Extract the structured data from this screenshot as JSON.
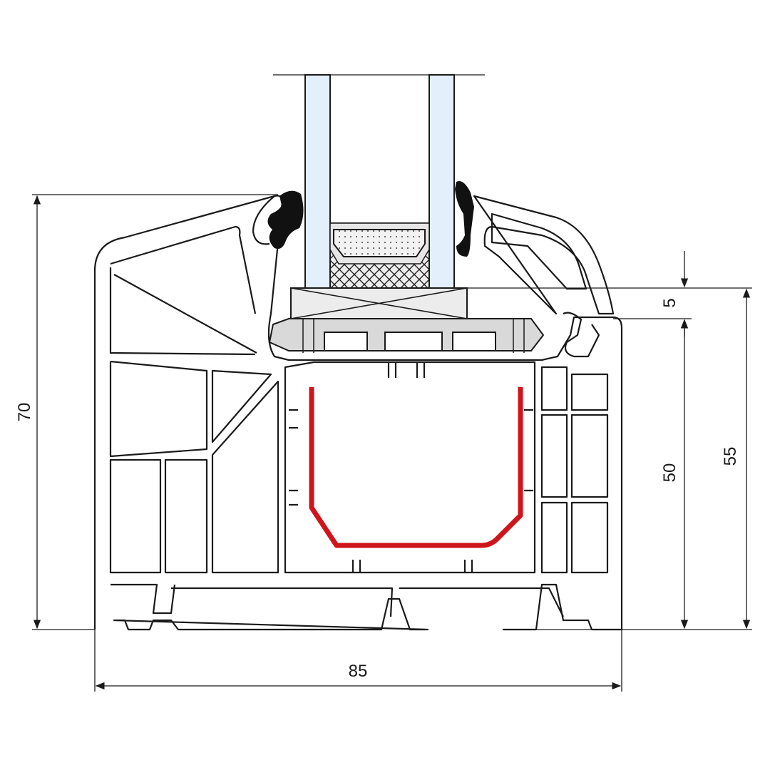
{
  "dimensions": {
    "total_height": "70",
    "glazing_gap": "5",
    "frame_height": "50",
    "rebate_height": "55",
    "total_width": "85"
  },
  "colors": {
    "glass": "#e3f0fb",
    "reinforcement": "#d0141b",
    "gasket": "#111111",
    "spacer_fill": "#e6e6e6"
  }
}
